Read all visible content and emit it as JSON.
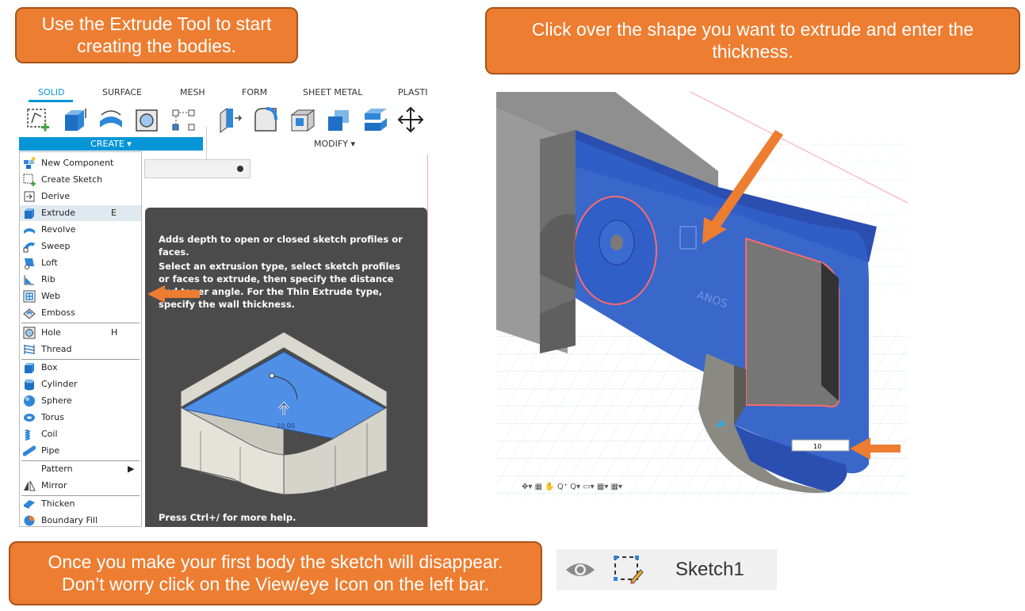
{
  "callouts": {
    "top_left": "Use the Extrude Tool to start\ncreating the bodies.",
    "top_right": "Click over the shape you want to extrude and enter the\nthickness.",
    "bottom": "Once you make your first body the sketch will disappear.\nDon’t worry click on the View/eye Icon on the left bar."
  },
  "colors": {
    "callout_fill": "#ed7d31",
    "accent_blue": "#0696d7",
    "tooltip_bg": "#4b4b4b",
    "arrow": "#ed7d31"
  },
  "toolbar": {
    "tabs": [
      "SOLID",
      "SURFACE",
      "MESH",
      "FORM",
      "SHEET METAL",
      "PLASTI"
    ],
    "active_tab": "SOLID",
    "create_label": "CREATE ▾",
    "modify_label": "MODIFY ▾"
  },
  "menu": {
    "items": [
      {
        "label": "New Component",
        "shortcut": "",
        "icon": "new-component-icon"
      },
      {
        "label": "Create Sketch",
        "shortcut": "",
        "icon": "create-sketch-icon"
      },
      {
        "label": "Derive",
        "shortcut": "",
        "icon": "derive-icon"
      },
      {
        "label": "Extrude",
        "shortcut": "E",
        "icon": "extrude-icon"
      },
      {
        "label": "Revolve",
        "shortcut": "",
        "icon": "revolve-icon"
      },
      {
        "label": "Sweep",
        "shortcut": "",
        "icon": "sweep-icon"
      },
      {
        "label": "Loft",
        "shortcut": "",
        "icon": "loft-icon"
      },
      {
        "label": "Rib",
        "shortcut": "",
        "icon": "rib-icon"
      },
      {
        "label": "Web",
        "shortcut": "",
        "icon": "web-icon"
      },
      {
        "label": "Emboss",
        "shortcut": "",
        "icon": "emboss-icon"
      },
      {
        "label": "Hole",
        "shortcut": "H",
        "icon": "hole-icon"
      },
      {
        "label": "Thread",
        "shortcut": "",
        "icon": "thread-icon"
      },
      {
        "label": "Box",
        "shortcut": "",
        "icon": "box-icon"
      },
      {
        "label": "Cylinder",
        "shortcut": "",
        "icon": "cylinder-icon"
      },
      {
        "label": "Sphere",
        "shortcut": "",
        "icon": "sphere-icon"
      },
      {
        "label": "Torus",
        "shortcut": "",
        "icon": "torus-icon"
      },
      {
        "label": "Coil",
        "shortcut": "",
        "icon": "coil-icon"
      },
      {
        "label": "Pipe",
        "shortcut": "",
        "icon": "pipe-icon"
      },
      {
        "label": "Pattern",
        "shortcut": "▶",
        "icon": "pattern-icon"
      },
      {
        "label": "Mirror",
        "shortcut": "",
        "icon": "mirror-icon"
      },
      {
        "label": "Thicken",
        "shortcut": "",
        "icon": "thicken-icon"
      },
      {
        "label": "Boundary Fill",
        "shortcut": "",
        "icon": "boundary-fill-icon"
      }
    ]
  },
  "tooltip": {
    "line1": "Adds depth to open or closed sketch profiles or faces.",
    "line2": "Select an extrusion type, select sketch profiles or faces to extrude, then specify the distance and taper angle. For the Thin Extrude type, specify the wall thickness.",
    "illustration_value": "10.00",
    "footer": "Press Ctrl+/ for more help."
  },
  "viewport": {
    "thickness_input": "10",
    "tools": "✥▾ ▦ ✋ Q⁺ Q▾ ▭▾ ▦▾ ▦▾"
  },
  "browser": {
    "sketch_name": "Sketch1"
  }
}
